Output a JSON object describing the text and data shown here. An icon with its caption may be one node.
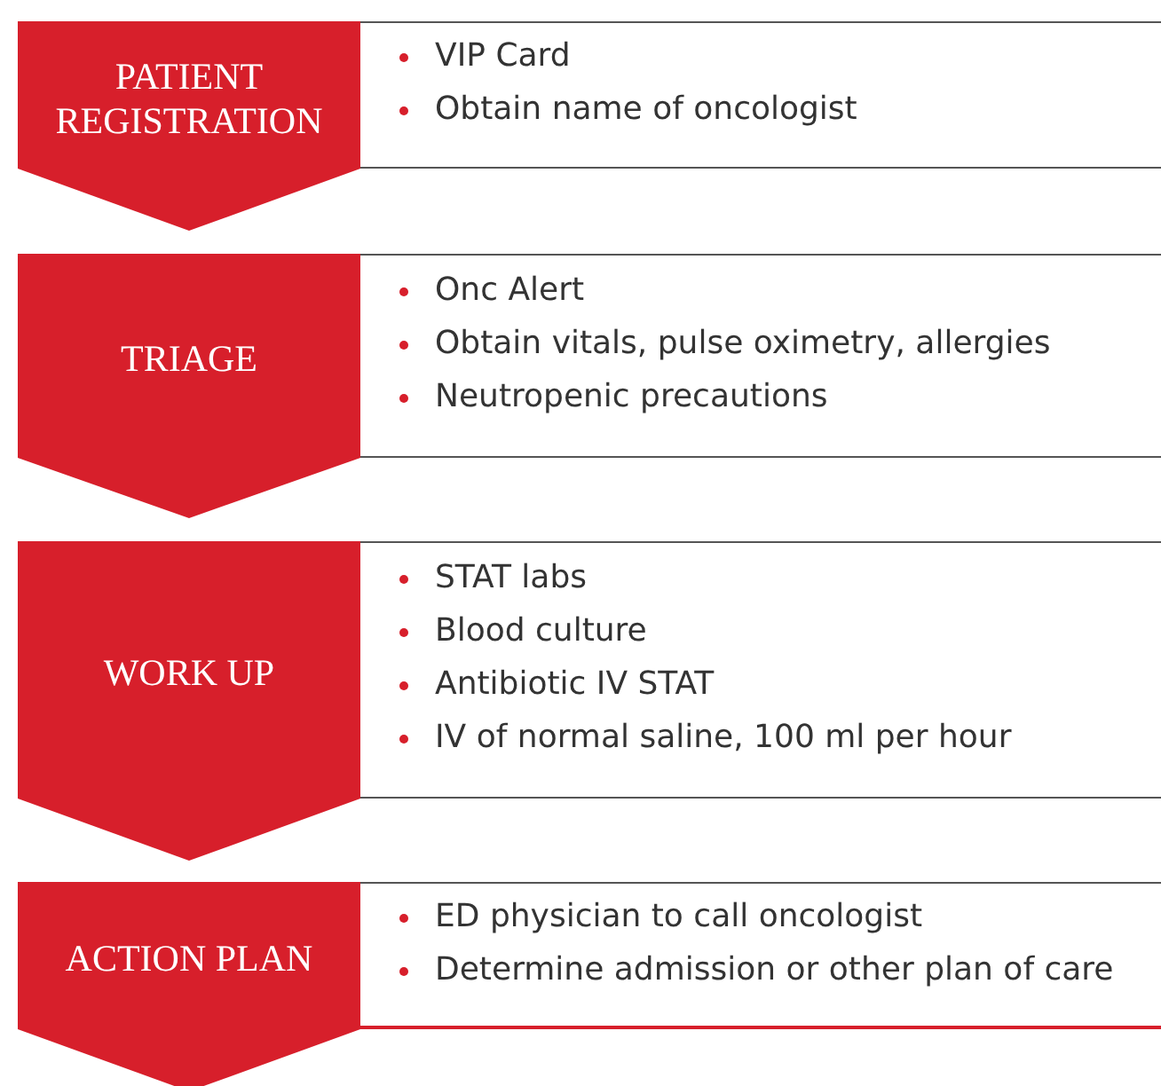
{
  "diagram": {
    "nodes": [
      {
        "text": [
          "PATIENT REGISTRATION"
        ]
      },
      {
        "text": [
          "VIP Card",
          "Obtain name of oncologist"
        ]
      },
      {
        "text": [
          "TRIAGE"
        ]
      },
      {
        "text": [
          "Onc Alert",
          "Obtain vitals, pulse oximetry, allergies",
          "Neutropenic precautions"
        ]
      },
      {
        "text": [
          "WORK UP"
        ]
      },
      {
        "text": [
          "STAT labs",
          "Blood culture",
          "Antibiotic IV STAT",
          "IV of normal saline, 100 ml per hour"
        ]
      },
      {
        "text": [
          "ACTION PLAN"
        ]
      },
      {
        "text": [
          "ED physician to call oncologist",
          "Determine admission or other plan of care"
        ]
      }
    ]
  }
}
